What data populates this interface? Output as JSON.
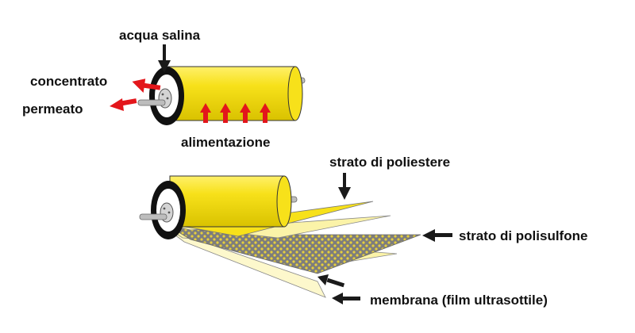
{
  "labels": {
    "acqua_salina": "acqua salina",
    "concentrato": "concentrato",
    "permeato": "permeato",
    "alimentazione": "alimentazione",
    "strato_poliestere": "strato di poliestere",
    "strato_polisulfone": "strato di polisulfone",
    "membrana": "membrana (film ultrasottile)"
  },
  "colors": {
    "roll_yellow": "#f7e11a",
    "roll_shadow": "#c9b500",
    "sheet_light": "#fbf3a8",
    "sheet_pale": "#fdf8cc",
    "dot_sheet": "#7d7d7d",
    "dot": "#e6cf3c",
    "arrow_red": "#e3161b",
    "arrow_black": "#1a1a1a",
    "core_grey": "#bdbdbd"
  }
}
